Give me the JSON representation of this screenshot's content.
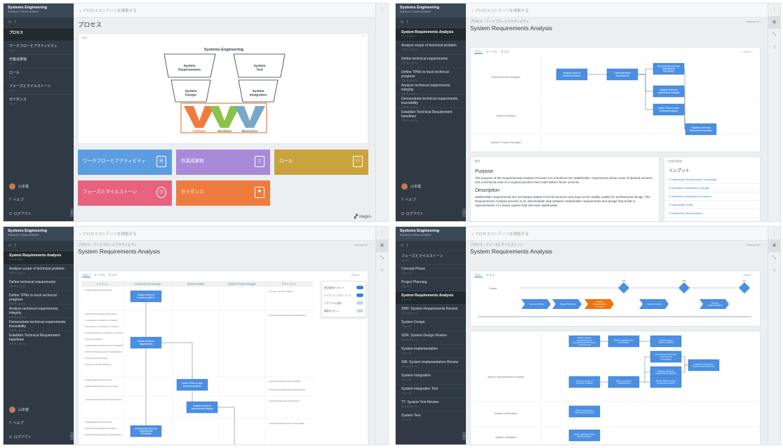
{
  "app": {
    "title": "Systems Engineering",
    "subtitle": "PRODUCT DEVELOPMENT",
    "search_placeholder": "プロセスコンテンツを検索する",
    "footer": {
      "user": "山本健",
      "help": "ヘルプ",
      "logout": "ログアウト"
    },
    "nav_icons": [
      "home-icon",
      "up-arrow-icon"
    ],
    "rail_icons": [
      "more-icon",
      "eye-icon",
      "compare-icon",
      "star-icon"
    ]
  },
  "quad1": {
    "sidebar_items": [
      {
        "label": "プロセス",
        "sub": "",
        "active": true
      },
      {
        "label": "ワークフローとアクティビティ",
        "sub": "ビュー",
        "active": false
      },
      {
        "label": "作業成果物",
        "sub": "ビュー",
        "active": false
      },
      {
        "label": "ロール",
        "sub": "ビュー",
        "active": false
      },
      {
        "label": "フェーズとマイルストーン",
        "sub": "ビュー",
        "active": false
      },
      {
        "label": "ガイダンス",
        "sub": "ビュー",
        "active": false
      }
    ],
    "page_title": "プロセス",
    "card_label": "Edit",
    "v_model": {
      "title": "Systems Engineering",
      "blocks": [
        "System Requirements",
        "System Test",
        "System Design",
        "System Integration"
      ],
      "domains": [
        "Software",
        "Hardware",
        "Mechanics"
      ]
    },
    "tiles": [
      {
        "label": "ワークフローとアクティビティ",
        "color": "#5b9de0",
        "icon": "clipboard-icon"
      },
      {
        "label": "作業成果物",
        "color": "#a88ad9",
        "icon": "document-icon"
      },
      {
        "label": "ロール",
        "color": "#c9a33d",
        "icon": "people-icon"
      },
      {
        "label": "フェーズとマイルストーン",
        "color": "#e8617e",
        "icon": "clock-icon"
      },
      {
        "label": "ガイダンス",
        "color": "#f07b3f",
        "icon": "signpost-icon"
      }
    ],
    "brand": "stages"
  },
  "quad2": {
    "breadcrumb": "プロセス › ワークフローとアクティビティ",
    "sync_label": "Syncing HL3",
    "page_title": "System Requirements Analysis",
    "sidebar_items": [
      {
        "label": "System Requirements Analysis",
        "sub": "ワークフロー",
        "active": true
      },
      {
        "label": "Analyze scope of technical problem",
        "sub": "アクティビティ",
        "active": false
      },
      {
        "label": "Define technical requirements",
        "sub": "アクティビティ",
        "active": false
      },
      {
        "label": "Define TPMs to track technical progress",
        "sub": "アクティビティ",
        "active": false
      },
      {
        "label": "Analyze technical requirements integrity",
        "sub": "アクティビティ",
        "active": false
      },
      {
        "label": "Demonstrate technical requirements traceability",
        "sub": "アクティビティ",
        "active": false
      },
      {
        "label": "Establish Technical Requirement baselines",
        "sub": "アクティビティ",
        "active": false
      }
    ],
    "tabs": [
      "フロー",
      "テーブル",
      "グラフ"
    ],
    "zoom": "100%",
    "lanes": [
      "Requirements Manager",
      "System Analyst",
      "System Project Manager"
    ],
    "activities": [
      "Analyze scope of technical problem",
      "Define technical requirements",
      "Demonstrate technical requirements traceability",
      "Analyze technical requirements integrity",
      "Define TPMs to track technical progress",
      "Establish Technical Requirement baselines"
    ],
    "desc_label": "説明",
    "purpose_h": "Purpose",
    "purpose_text": "The purpose of the Requirements Analysis Process is to transform the stakeholder, requirement driven view of desired services into a technical view of a required product that could deliver those services.",
    "description_h": "Description",
    "description_text": "Stakeholder requirements are not always stated in technical terms and may not be readily usable for architectural design. The Requirements Analysis process is an intermediate step between stakeholder requirements and design that builds a representation of a future system that will meet stakeholder",
    "wp_label": "作業成果物",
    "input_h": "インプット",
    "inputs": [
      "Stakeholder Requirements Traceability",
      "Integration constraints on design",
      "Verification constraints on solution",
      "Stakeholder Profile",
      "Stakeholder Requirements"
    ]
  },
  "quad3": {
    "breadcrumb": "プロセス › ワークフローとアクティビティ",
    "sync_label": "Syncing HL3",
    "page_title": "System Requirements Analysis",
    "tabs": [
      "フロー",
      "テーブル",
      "グラフ"
    ],
    "zoom": "100%",
    "table_headers": [
      "インプット",
      "Requirements Manager",
      "System Analyst",
      "System Project Manager",
      "アウトプット"
    ],
    "inputs_col": [
      "Stakeholder Requirements",
      "Architectural Design Description",
      "Integration constraints on design",
      "Verification constraints on solution",
      "Implementation constraints on solution",
      "System Interface",
      "Stakeholder Requirements Traceability",
      "Technical Requirements Specification",
      "Derived Design Usage",
      "System Test Specification",
      "Stakeholder Requirements",
      "Stakeholder Requirements (New)",
      "Technical Requirements Specification",
      "Stakeholder Requirements",
      "Architectural Design Description",
      "Technical Requirements Specification"
    ],
    "outputs_col": [
      "System Function Model",
      "Technical Requirements Specification",
      "Technical Requirements (TPMs)",
      "Technical Requirements Specification",
      "Technical Requirements Report",
      "Technical Requirements Traceability"
    ],
    "activities": [
      "Analyze scope of technical problem",
      "Define technical requirements",
      "Define TPMs to track technical progress",
      "Analyze technical requirements integrity",
      "Demonstrate technical requirements traceability"
    ],
    "toggles": [
      {
        "label": "表示順序をリセット",
        "on": true
      },
      {
        "label": "インプットとアウトプット",
        "on": true
      },
      {
        "label": "ツアアイテム表示",
        "on": false
      },
      {
        "label": "順序をリセット",
        "on": false
      }
    ]
  },
  "quad4": {
    "breadcrumb": "プロセス › フェーズとマイルストーン",
    "sync_label": "Syncing HL3",
    "page_title": "System Requirements Analysis",
    "sidebar_items": [
      {
        "label": "フェーズとマイルストーン",
        "sub": "ビュー",
        "active": false
      },
      {
        "label": "Concept Phase",
        "sub": "フェーズ",
        "active": false
      },
      {
        "label": "Project Planning",
        "sub": "フェーズ",
        "active": false
      },
      {
        "label": "System Requirements Analysis",
        "sub": "フェーズ",
        "active": true
      },
      {
        "label": "SRR: System Requirements Review",
        "sub": "マイルストーン",
        "active": false
      },
      {
        "label": "System Design",
        "sub": "フェーズ",
        "active": false
      },
      {
        "label": "SDR: System Design Review",
        "sub": "マイルストーン",
        "active": false
      },
      {
        "label": "System Implementation",
        "sub": "フェーズ",
        "active": false
      },
      {
        "label": "SIR: System Implementation Review",
        "sub": "マイルストーン",
        "active": false
      },
      {
        "label": "System Integration",
        "sub": "フェーズ",
        "active": false
      },
      {
        "label": "System Integration Test",
        "sub": "フェーズ",
        "active": false
      },
      {
        "label": "TT: System Test Review",
        "sub": "マイルストーン",
        "active": false
      },
      {
        "label": "System Test",
        "sub": "フェーズ",
        "active": false
      }
    ],
    "tabs": [
      "フロー",
      "グラフ"
    ],
    "zoom": "100%",
    "phase_label": "Phase",
    "milestones": [
      "SRR",
      "SDR",
      "SIR"
    ],
    "phases": [
      "Concept Phase",
      "Project Planning",
      "System Requirements Analysis",
      "System Design",
      "System Implementation"
    ],
    "lanes": [
      "System Requirements Analysis",
      "System Verification",
      "System Validation"
    ],
    "activities": [
      "Define system boundaries and associated performance requirements",
      "Define requirements constraints",
      "Specify critical system qualities",
      "Demonstrate technical requirements traceability",
      "Analyze technical requirements integrity",
      "Establish Technical Requirement baselines",
      "Analyze scope of technical problem",
      "Define technical requirements",
      "Define TPMs to track technical progress",
      "Define Verification Plan and Procedure",
      "Define Validation Plan and Procedure"
    ]
  }
}
